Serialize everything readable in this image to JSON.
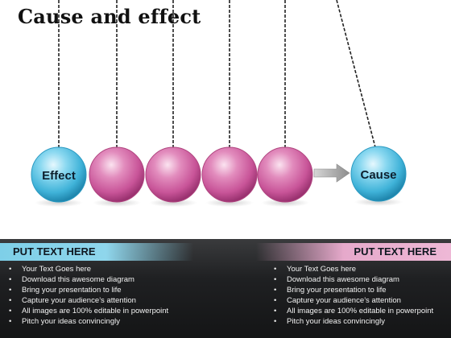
{
  "slide": {
    "title": "Cause and effect"
  },
  "diagram": {
    "effect_label": "Effect",
    "cause_label": "Cause",
    "colors": {
      "blue_ball": "#5bc4e3",
      "pink_ball": "#d768a6",
      "string": "#222222",
      "arrow": "#9a9a9a"
    }
  },
  "panels": {
    "left": {
      "header": "PUT TEXT HERE",
      "accent": "#8fd6ec",
      "bullets": [
        "Your Text Goes here",
        "Download this awesome diagram",
        "Bring your presentation to life",
        "Capture your audience’s attention",
        "All images are 100% editable in powerpoint",
        "Pitch your ideas convincingly"
      ]
    },
    "right": {
      "header": "PUT TEXT HERE",
      "accent": "#eeb8d6",
      "bullets": [
        "Your Text Goes here",
        "Download this awesome diagram",
        "Bring your presentation to life",
        "Capture your audience’s attention",
        "All images are 100% editable in powerpoint",
        "Pitch your ideas convincingly"
      ]
    }
  }
}
